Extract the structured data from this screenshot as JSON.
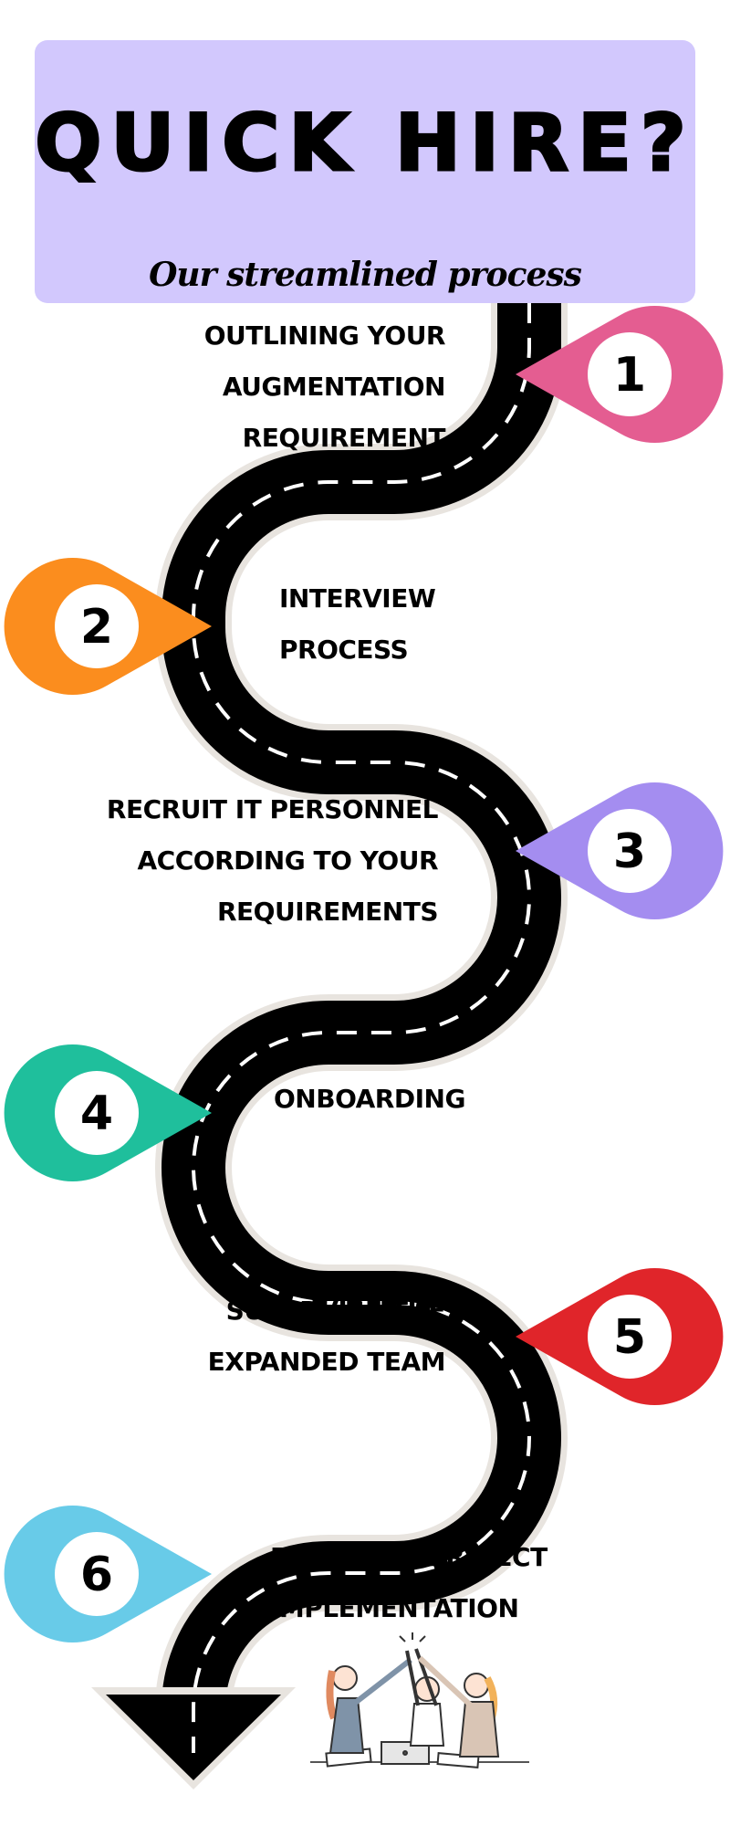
{
  "header": {
    "title": "QUICK  HIRE?",
    "subtitle": "Our streamlined process"
  },
  "steps": [
    {
      "number": "1",
      "lines": [
        "OUTLINING YOUR",
        "AUGMENTATION",
        "REQUIREMENT"
      ],
      "color": "#e45d91"
    },
    {
      "number": "2",
      "lines": [
        "INTERVIEW",
        "PROCESS"
      ],
      "color": "#fb8d1e"
    },
    {
      "number": "3",
      "lines": [
        "RECRUIT IT PERSONNEL",
        "ACCORDING TO YOUR",
        "REQUIREMENTS"
      ],
      "color": "#a48df0"
    },
    {
      "number": "4",
      "lines": [
        "ONBOARDING"
      ],
      "color": "#1fbf9c"
    },
    {
      "number": "5",
      "lines": [
        "SUPERVISE THE",
        "EXPANDED TEAM"
      ],
      "color": "#e0252a"
    },
    {
      "number": "6",
      "lines": [
        "EFFECTIVE PROJECT",
        "IMPLEMENTATION"
      ],
      "color": "#68cbe8"
    }
  ],
  "colors": {
    "header_bg": "#d2c8fd",
    "road": "#000000",
    "road_border": "#e8e4df",
    "road_dash": "#ffffff"
  },
  "illustration": "team-high-five-illustration"
}
